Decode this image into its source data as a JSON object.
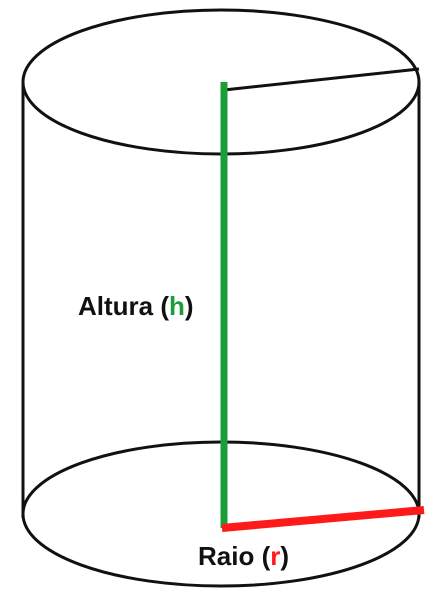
{
  "labels": {
    "height": {
      "prefix": "Altura (",
      "symbol": "h",
      "suffix": ")"
    },
    "radius": {
      "prefix": "Raio (",
      "symbol": "r",
      "suffix": ")"
    }
  },
  "colors": {
    "outline": "#111111",
    "height_line": "#1a9e3a",
    "radius_line": "#ff1a1a",
    "background": "#ffffff"
  }
}
